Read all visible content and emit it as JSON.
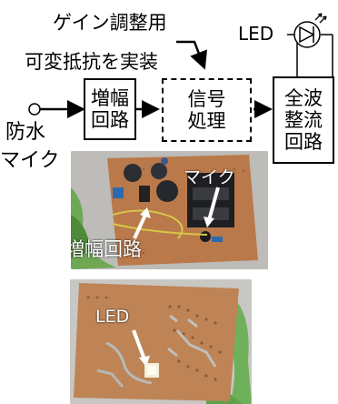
{
  "diagram": {
    "label_gain_line1": "ゲイン調整用",
    "label_gain_line2": "可変抵抗を実装",
    "input_line1": "防水",
    "input_line2": "マイク",
    "block_amp": [
      "増幅",
      "回路"
    ],
    "block_signal": [
      "信号",
      "処理"
    ],
    "block_rect": [
      "全波",
      "整流",
      "回路"
    ],
    "led_label": "LED"
  },
  "photos": {
    "top_label_mic": "マイク",
    "top_label_amp": "増幅回路",
    "bottom_label_led": "LED"
  },
  "colors": {
    "board": "#b87a4a",
    "board_dark": "#8a5530",
    "leaf": "#6aa84f",
    "background_photo": "#c8c6c3"
  }
}
